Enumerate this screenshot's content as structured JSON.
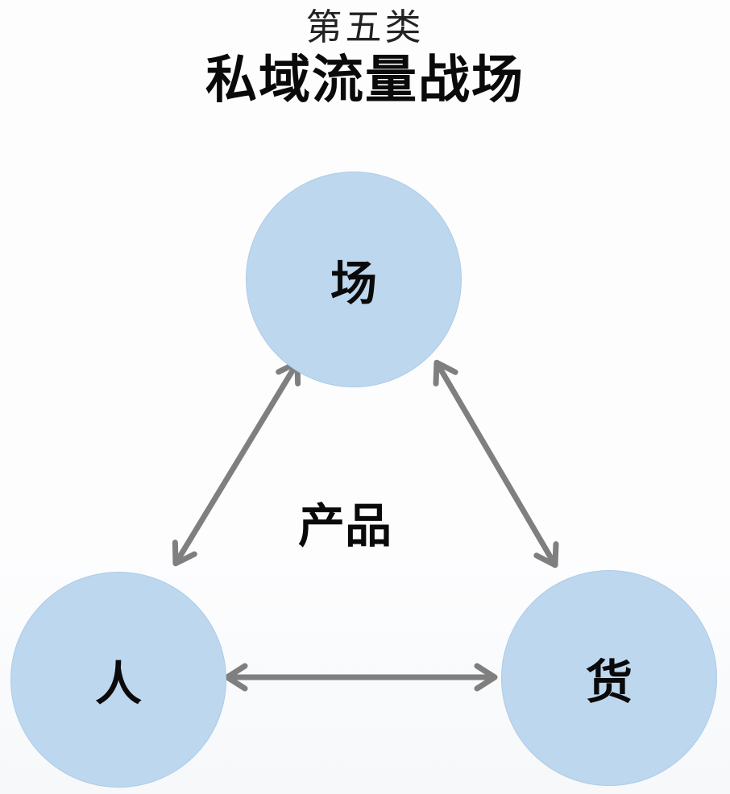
{
  "header": {
    "subtitle": "第五类",
    "title": "私域流量战场"
  },
  "diagram": {
    "type": "triangle-relationship",
    "center_label": "产品",
    "nodes": [
      {
        "id": "top",
        "label": "场"
      },
      {
        "id": "bottom-left",
        "label": "人"
      },
      {
        "id": "bottom-right",
        "label": "货"
      }
    ],
    "links": [
      {
        "from": "top",
        "to": "bottom-left",
        "bidirectional": true
      },
      {
        "from": "top",
        "to": "bottom-right",
        "bidirectional": true
      },
      {
        "from": "bottom-left",
        "to": "bottom-right",
        "bidirectional": true
      }
    ],
    "colors": {
      "node_fill": "#bdd7ee",
      "node_edge": "#aecbe6",
      "arrow": "#7f7f7f",
      "text": "#0a0a0a"
    }
  }
}
